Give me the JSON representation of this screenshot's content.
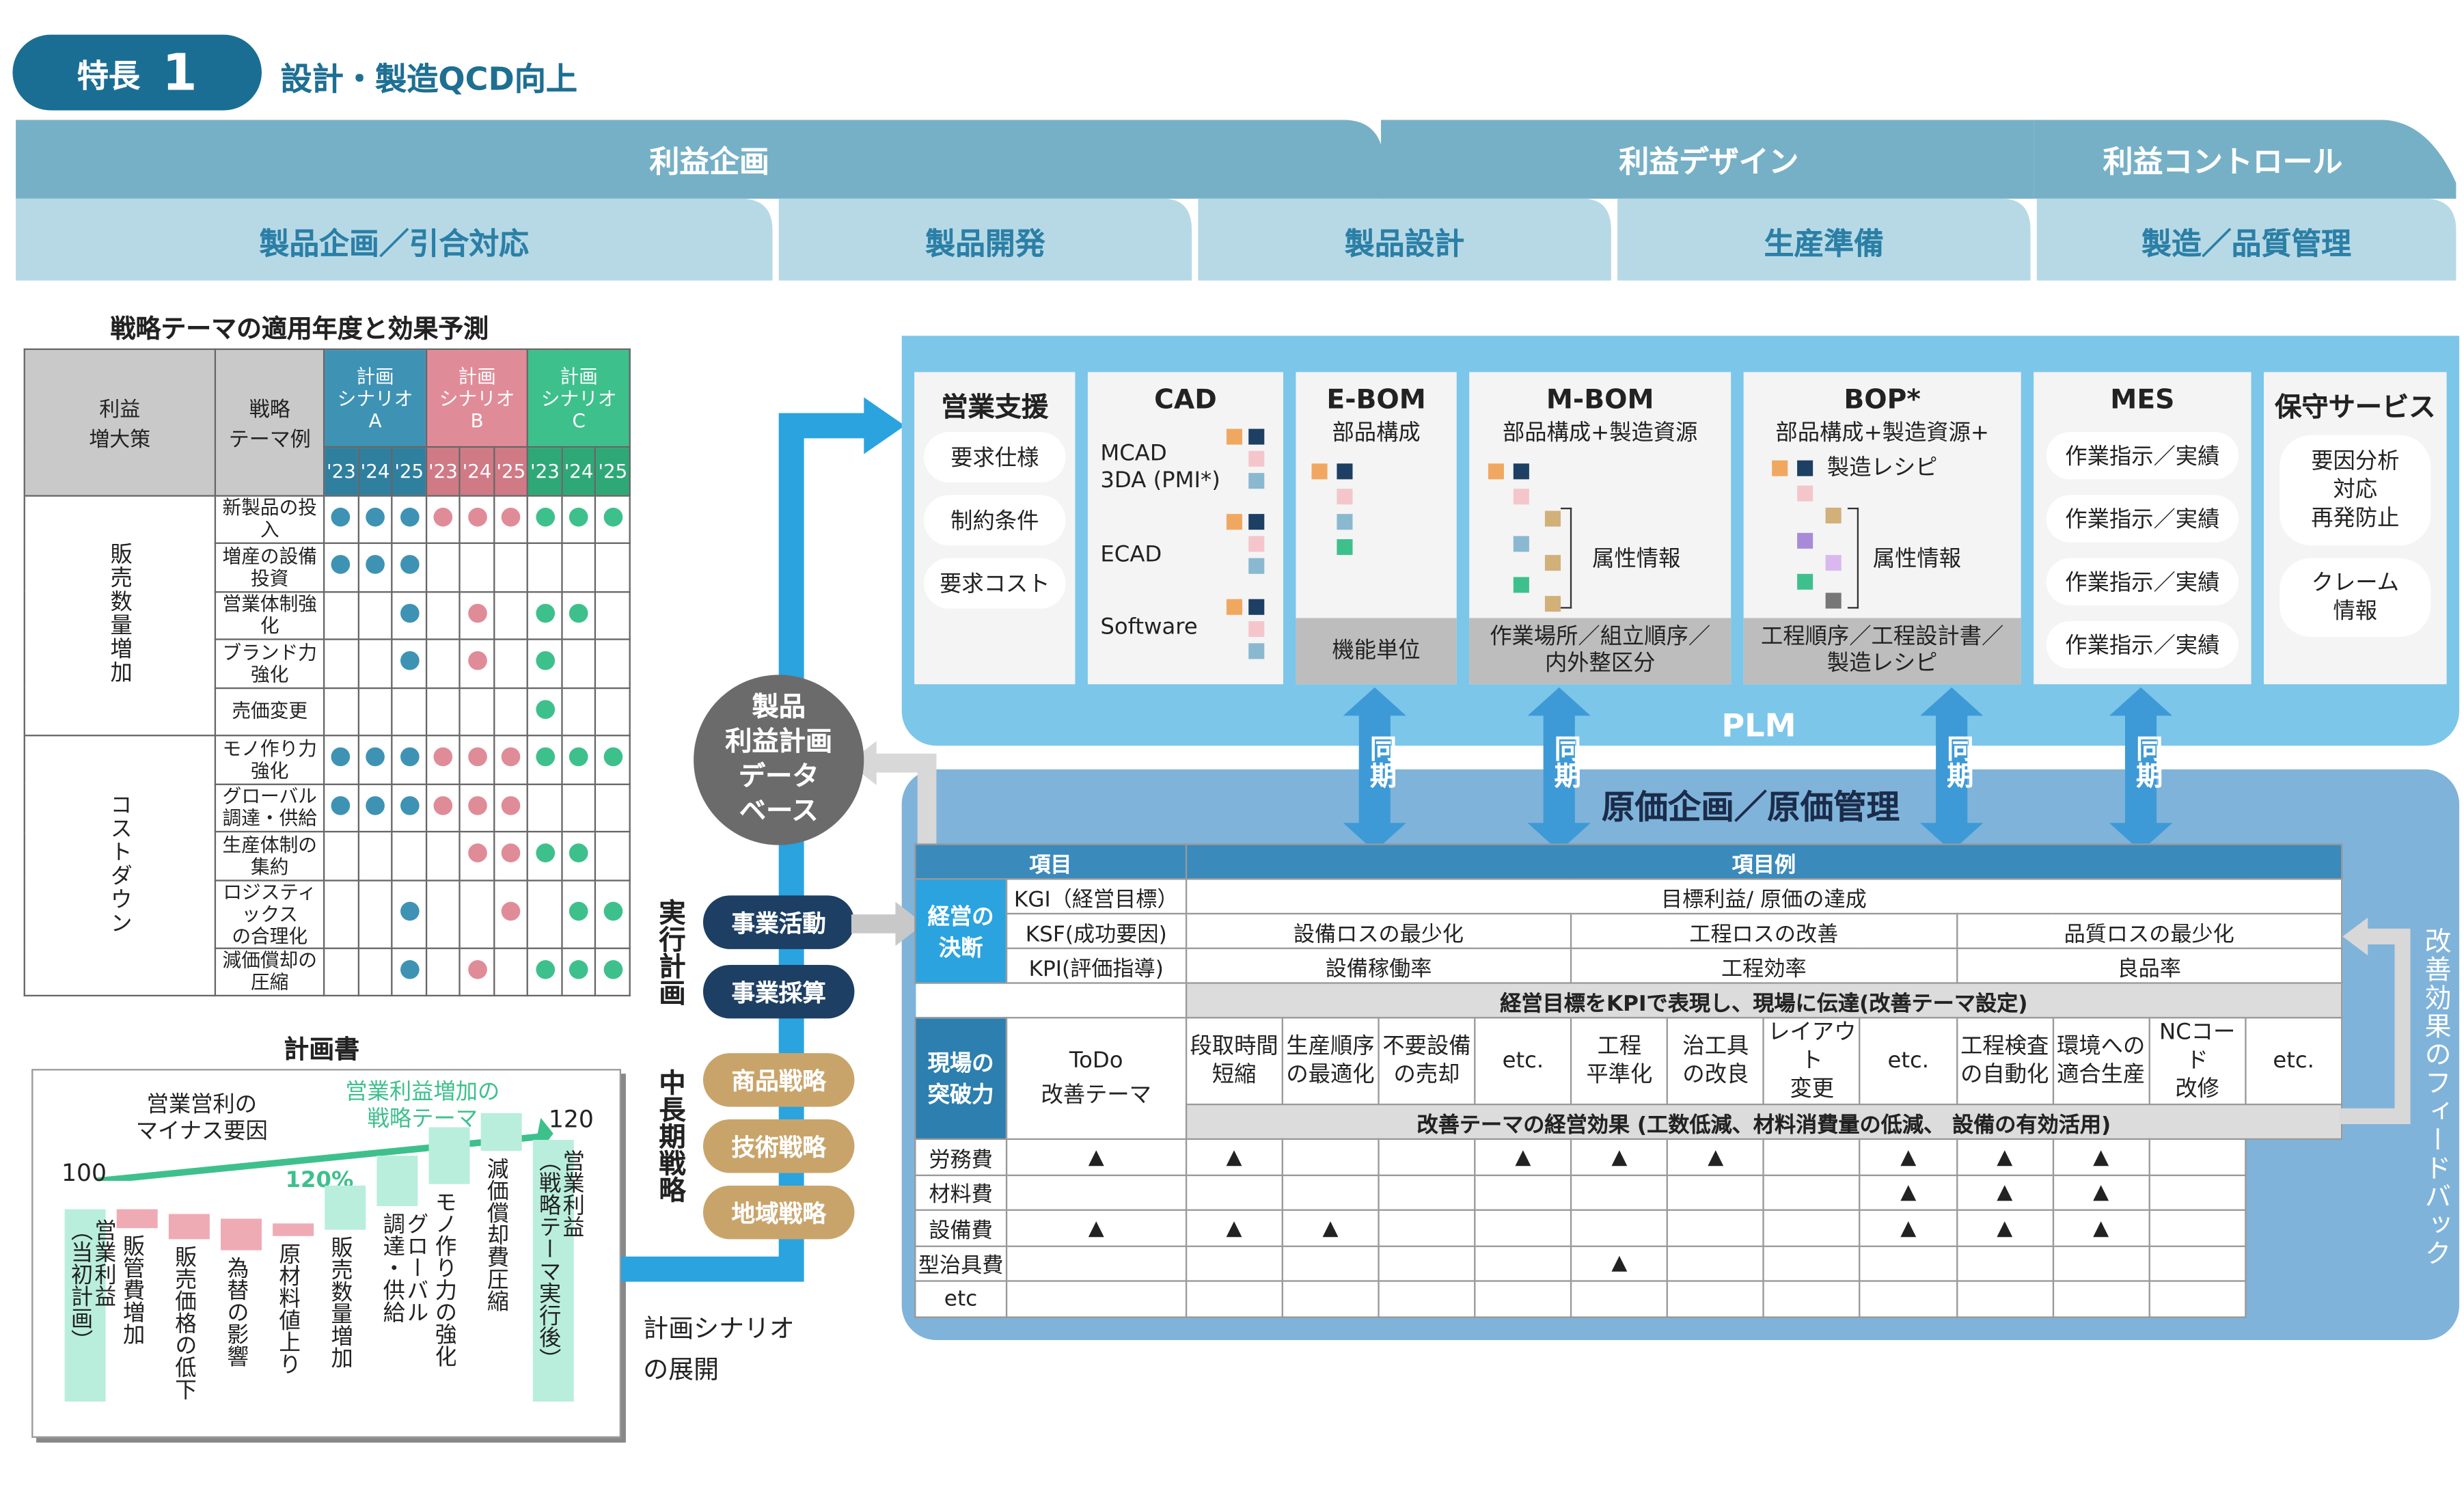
{
  "header": {
    "badge_label": "特長",
    "badge_num": "1",
    "title": "設計・製造QCD向上"
  },
  "phases": [
    "利益企画",
    "利益デザイン",
    "利益コントロール"
  ],
  "processes": [
    "製品企画／引合対応",
    "製品開発",
    "製品設計",
    "生産準備",
    "製造／品質管理"
  ],
  "strategy": {
    "title": "戦略テーマの適用年度と効果予測",
    "col1": "利益\n増大策",
    "col2": "戦略\nテーマ例",
    "scenarios": [
      "計画\nシナリオ\nA",
      "計画\nシナリオ\nB",
      "計画\nシナリオ\nC"
    ],
    "years": [
      "'23",
      "'24",
      "'25"
    ],
    "group1": "販売数量増加",
    "group2": "コストダウン",
    "rows": [
      {
        "label": "新製品の投入",
        "a": [
          1,
          1,
          1
        ],
        "b": [
          1,
          1,
          1
        ],
        "c": [
          1,
          1,
          1
        ]
      },
      {
        "label": "増産の設備投資",
        "a": [
          1,
          1,
          1
        ],
        "b": [
          0,
          0,
          0
        ],
        "c": [
          0,
          0,
          0
        ]
      },
      {
        "label": "営業体制強化",
        "a": [
          0,
          0,
          1
        ],
        "b": [
          0,
          1,
          0
        ],
        "c": [
          1,
          1,
          0
        ]
      },
      {
        "label": "ブランド力強化",
        "a": [
          0,
          0,
          1
        ],
        "b": [
          0,
          1,
          0
        ],
        "c": [
          1,
          0,
          0
        ]
      },
      {
        "label": "売価変更",
        "a": [
          0,
          0,
          0
        ],
        "b": [
          0,
          0,
          0
        ],
        "c": [
          1,
          0,
          0
        ]
      },
      {
        "label": "モノ作り力強化",
        "a": [
          1,
          1,
          1
        ],
        "b": [
          1,
          1,
          1
        ],
        "c": [
          1,
          1,
          1
        ]
      },
      {
        "label": "グローバル\n調達・供給",
        "a": [
          1,
          1,
          1
        ],
        "b": [
          1,
          1,
          1
        ],
        "c": [
          0,
          0,
          0
        ]
      },
      {
        "label": "生産体制の集約",
        "a": [
          0,
          0,
          0
        ],
        "b": [
          0,
          1,
          1
        ],
        "c": [
          1,
          1,
          0
        ]
      },
      {
        "label": "ロジスティックス\nの合理化",
        "a": [
          0,
          0,
          1
        ],
        "b": [
          0,
          0,
          1
        ],
        "c": [
          0,
          1,
          1
        ]
      },
      {
        "label": "減価償却の圧縮",
        "a": [
          0,
          0,
          1
        ],
        "b": [
          0,
          1,
          0
        ],
        "c": [
          1,
          1,
          1
        ]
      }
    ]
  },
  "plan": {
    "title": "計画書",
    "minus_label": "営業営利の\nマイナス要因",
    "theme_label": "営業利益増加の\n戦略テーマ",
    "pct": "120%",
    "start": "100",
    "end": "120",
    "bars": [
      "営業利益\n（当初計画）",
      "販管費増加",
      "販売価格の低下",
      "為替の影響",
      "原材料値上り",
      "販売数量増加",
      "グローバル\n調達・供給",
      "モノ作り力の強化",
      "減価償却費圧縮",
      "営業利益\n（戦略テーマ実行後）"
    ],
    "bar_values": [
      100,
      -3,
      -4,
      -5,
      -2,
      7,
      8,
      9,
      6,
      120
    ]
  },
  "plan_labels": {
    "exec": "実行計画",
    "mid": "中長期戦略",
    "scenario": "計画シナリオ\nの展開"
  },
  "pills": {
    "dark": [
      "事業活動",
      "事業採算"
    ],
    "tan": [
      "商品戦略",
      "技術戦略",
      "地域戦略"
    ]
  },
  "db": "製品\n利益計画\nデータ\nベース",
  "plm": {
    "label": "PLM",
    "boxes": [
      {
        "title": "営業支援",
        "items": [
          "要求仕様",
          "制約条件",
          "要求コスト"
        ]
      },
      {
        "title": "CAD",
        "items": [
          "MCAD\n3DA (PMI*)",
          "ECAD",
          "Software"
        ]
      },
      {
        "title": "E-BOM",
        "sub": "部品構成",
        "bar": "機能単位"
      },
      {
        "title": "M-BOM",
        "sub": "部品構成+製造資源",
        "attr": "属性情報",
        "bar": "作業場所／組立順序／\n内外整区分"
      },
      {
        "title": "BOP*",
        "sub": "部品構成+製造資源+\n製造レシピ",
        "attr": "属性情報",
        "bar": "工程順序／工程設計書／\n製造レシピ"
      },
      {
        "title": "MES",
        "items": [
          "作業指示／実績",
          "作業指示／実績",
          "作業指示／実績",
          "作業指示／実績"
        ]
      },
      {
        "title": "保守サービス",
        "items": [
          "要因分析\n対応\n再発防止",
          "クレーム\n情報"
        ]
      }
    ],
    "sync": "同期"
  },
  "cost": {
    "title": "原価企画／原価管理",
    "h_item": "項目",
    "h_ex": "項目例",
    "decision": "経営の\n決断",
    "kgi": "KGI（経営目標）",
    "kgi_v": "目標利益/ 原価の達成",
    "ksf": "KSF(成功要因)",
    "ksf_v": [
      "設備ロスの最少化",
      "工程ロスの改善",
      "品質ロスの最少化"
    ],
    "kpi": "KPI(評価指導)",
    "kpi_v": [
      "設備稼働率",
      "工程効率",
      "良品率"
    ],
    "kpi_note": "経営目標をKPIで表現し、現場に伝達(改善テーマ設定)",
    "field": "現場の\n突破力",
    "todo": "ToDo\n改善テーマ",
    "themes": [
      "段取時間\n短縮",
      "生産順序\nの最適化",
      "不要設備\nの売却",
      "etc.",
      "工程\n平準化",
      "治工具\nの改良",
      "レイアウト\n変更",
      "etc.",
      "工程検査\nの自動化",
      "環境への\n適合生産",
      "NCコード\n改修",
      "etc."
    ],
    "effect": "改善テーマの経営効果 (工数低減、材料消費量の低減、 設備の有効活用)",
    "costs": [
      {
        "label": "労務費",
        "marks": [
          1,
          1,
          0,
          0,
          1,
          1,
          1,
          0,
          1,
          1,
          1,
          0
        ]
      },
      {
        "label": "材料費",
        "marks": [
          0,
          0,
          0,
          0,
          0,
          0,
          0,
          0,
          1,
          1,
          1,
          0
        ]
      },
      {
        "label": "設備費",
        "marks": [
          1,
          1,
          1,
          0,
          0,
          0,
          0,
          0,
          1,
          1,
          1,
          0
        ]
      },
      {
        "label": "型治具費",
        "marks": [
          0,
          0,
          0,
          0,
          0,
          1,
          0,
          0,
          0,
          0,
          0,
          0
        ]
      },
      {
        "label": "etc",
        "marks": [
          0,
          0,
          0,
          0,
          0,
          0,
          0,
          0,
          0,
          0,
          0,
          0
        ]
      }
    ],
    "mark": "▲",
    "feedback": "改善効果のフィードバック"
  }
}
